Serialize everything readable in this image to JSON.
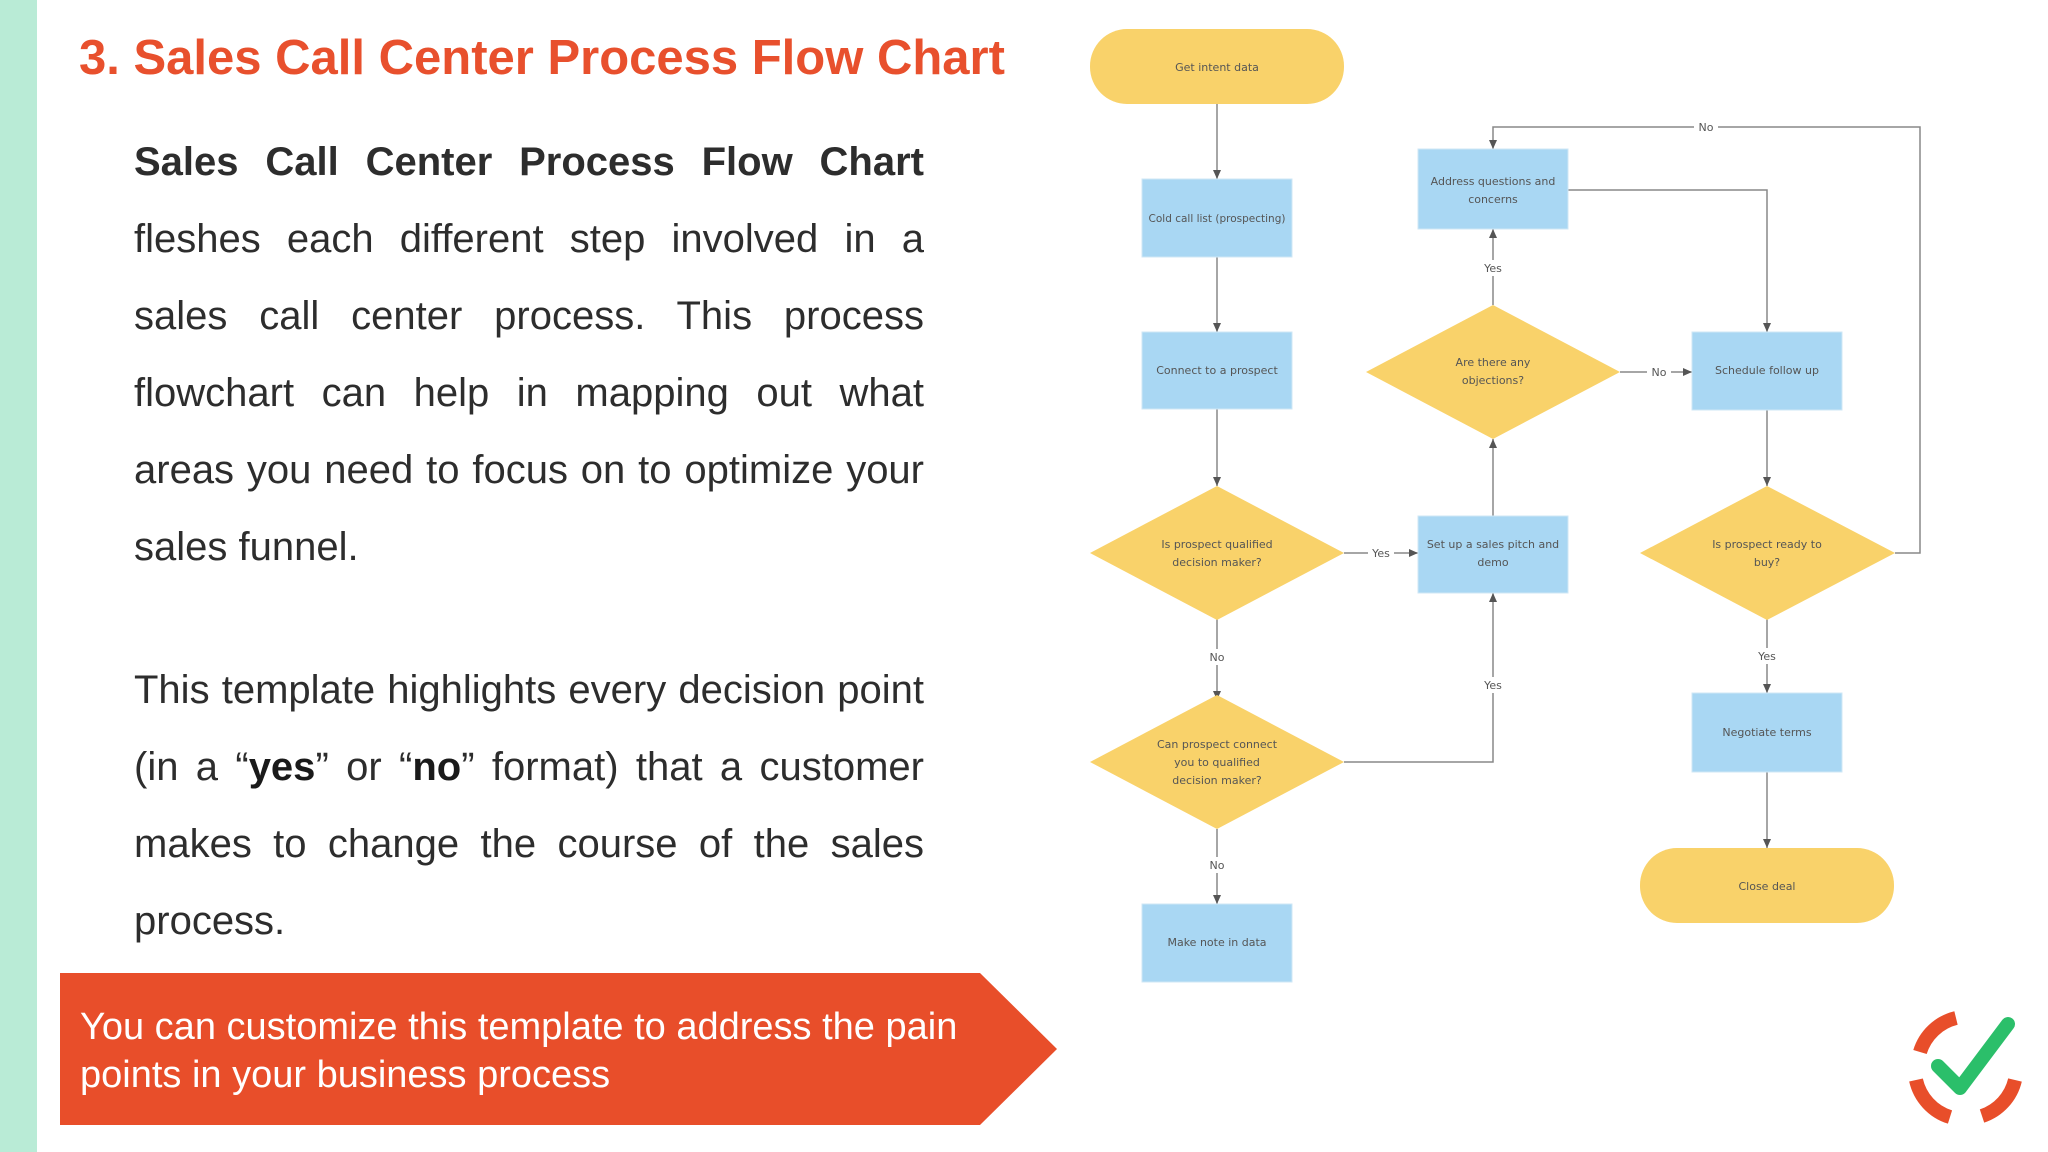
{
  "title": "3. Sales Call Center Process Flow Chart",
  "paragraph1": {
    "lead": "Sales Call Center Process Flow Chart",
    "rest": " fleshes each different step involved in a sales call center process. This process flowchart can help in mapping out what areas you need to focus on to optimize your sales funnel."
  },
  "paragraph2": {
    "t1": "This template highlights every decision point (in a “",
    "yes": "yes",
    "t2": "” or “",
    "no": "no",
    "t3": "” format) that a customer makes to change the course of the sales process."
  },
  "callout": {
    "text": "You can customize this template to address the pain points in your business process",
    "color": "#e84e2a"
  },
  "colors": {
    "title": "#e8502d",
    "strip": "#b9ebd6",
    "terminal": "#f9d26a",
    "process": "#a9d7f3",
    "decision": "#f9d26a"
  },
  "flowchart": {
    "nodes": {
      "get_intent": "Get intent data",
      "cold_call": "Cold call list (prospecting)",
      "connect": "Connect to a prospect",
      "qualified": [
        "Is prospect qualified",
        "decision maker?"
      ],
      "can_connect": [
        "Can prospect connect",
        "you to qualified",
        "decision maker?"
      ],
      "make_note": "Make note in data",
      "sales_pitch": [
        "Set up a sales pitch and",
        "demo"
      ],
      "objections": [
        "Are there any",
        "objections?"
      ],
      "address": [
        "Address questions and",
        "concerns"
      ],
      "schedule": "Schedule follow up",
      "ready": [
        "Is prospect ready to",
        "buy?"
      ],
      "negotiate": "Negotiate terms",
      "close": "Close deal"
    },
    "labels": {
      "yes": "Yes",
      "no": "No"
    }
  },
  "logo": {
    "icon": "checkmark-logo-icon"
  }
}
